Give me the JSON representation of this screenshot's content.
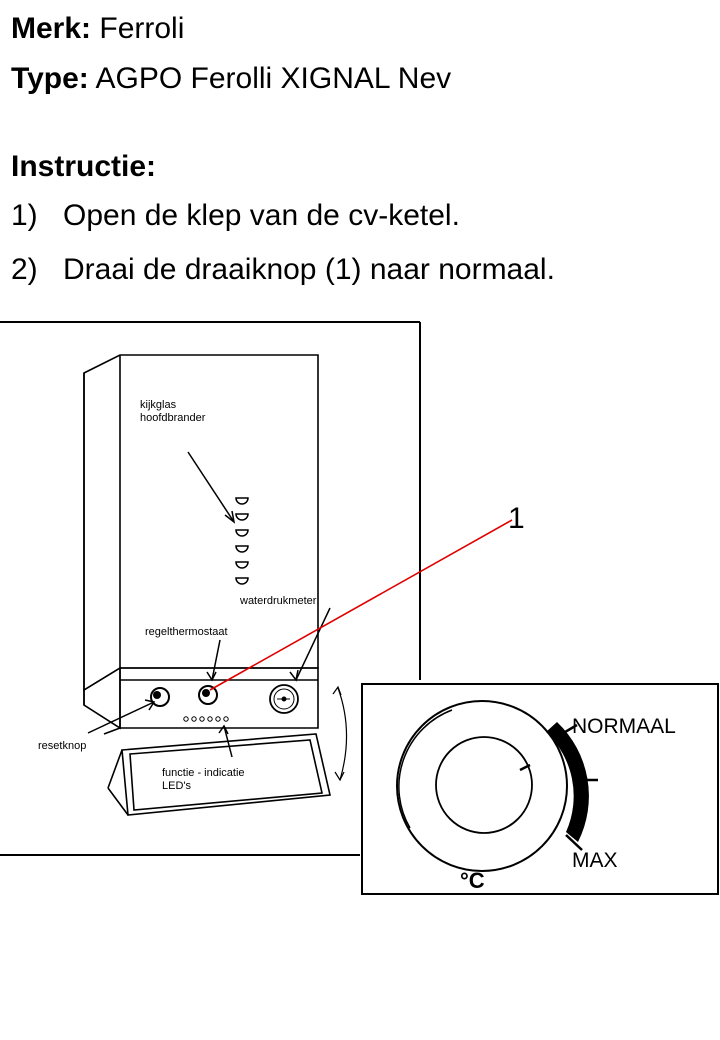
{
  "header": {
    "brand_label": "Merk:",
    "brand_value": "Ferroli",
    "type_label": "Type:",
    "type_value": "AGPO Ferolli XIGNAL Nev"
  },
  "instructions": {
    "heading": "Instructie:",
    "steps": [
      {
        "num": "1)",
        "text": "Open de klep van de cv-ketel."
      },
      {
        "num": "2)",
        "text": "Draai de draaiknop (1) naar normaal."
      }
    ]
  },
  "diagram": {
    "labels": {
      "sight_glass_1": "kijkglas",
      "sight_glass_2": "hoofdbrander",
      "pressure_gauge": "waterdrukmeter",
      "thermostat": "regelthermostaat",
      "reset": "resetknop",
      "leds_1": "functie - indicatie",
      "leds_2": "LED's",
      "callout": "1"
    },
    "dial": {
      "normal": "NORMAAL",
      "max": "MAX",
      "unit": "°C"
    },
    "callout_color": "#e00000"
  }
}
